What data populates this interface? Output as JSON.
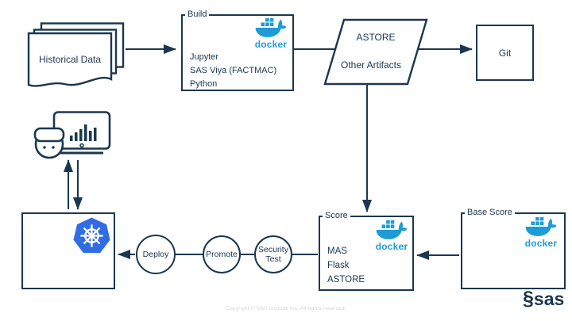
{
  "diagram": {
    "historical_data": {
      "label": "Historical Data"
    },
    "build": {
      "title": "Build",
      "items": [
        "Jupyter",
        "SAS Viya (FACTMAC)",
        "Python"
      ]
    },
    "artifacts": {
      "line1": "ASTORE",
      "line2": "Other Artifacts"
    },
    "git": {
      "label": "Git"
    },
    "pipeline": {
      "deploy": "Deploy",
      "promote": "Promote",
      "security_test": "Security Test"
    },
    "score": {
      "title": "Score",
      "items": [
        "MAS",
        "Flask",
        "ASTORE"
      ]
    },
    "base_score": {
      "title": "Base Score"
    },
    "docker_label": "docker"
  },
  "footer": {
    "copyright": "Copyright © SAS Institute Inc. All rights reserved.",
    "sas_label": "sas"
  },
  "colors": {
    "outline": "#1b3750",
    "docker_blue": "#1d9cd8",
    "kubernetes_blue": "#326ce5",
    "copyright_gray": "#d4d4d4"
  }
}
